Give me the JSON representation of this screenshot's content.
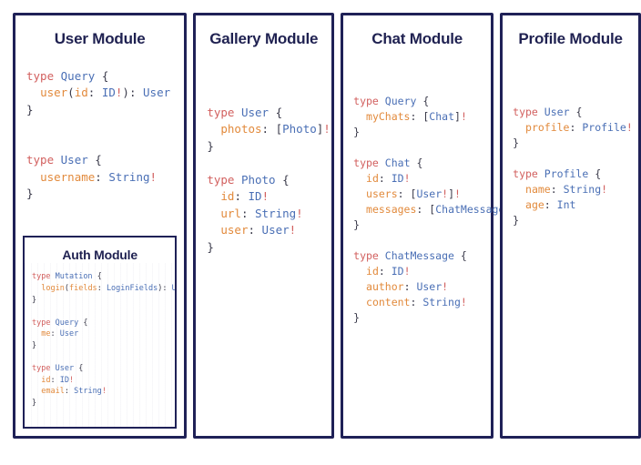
{
  "board": {
    "background_color": "#ffffff",
    "border_color": "#1f2157",
    "title_color": "#1f2151"
  },
  "syntax_colors": {
    "keyword": "#d2605f",
    "type": "#4a6fb5",
    "field": "#e28a3c",
    "punctuation": "#3a3a4a"
  },
  "panels": [
    {
      "id": "user-module",
      "title": "User Module",
      "code_lines": [
        "type Query {",
        "  user(id: ID!): User",
        "}",
        "",
        "",
        "type User {",
        "  username: String!",
        "}"
      ],
      "subpanel": {
        "id": "auth-module",
        "title": "Auth Module",
        "code_lines": [
          "type Mutation {",
          "  login(fields: LoginFields): User",
          "}",
          "",
          "type Query {",
          "  me: User",
          "}",
          "",
          "type User {",
          "  id: ID!",
          "  email: String!",
          "}"
        ]
      }
    },
    {
      "id": "gallery-module",
      "title": "Gallery Module",
      "code_lines": [
        "type User {",
        "  photos: [Photo]!",
        "}",
        "",
        "type Photo {",
        "  id: ID!",
        "  url: String!",
        "  user: User!",
        "}"
      ]
    },
    {
      "id": "chat-module",
      "title": "Chat Module",
      "code_lines": [
        "type Query {",
        "  myChats: [Chat]!",
        "}",
        "",
        "type Chat {",
        "  id: ID!",
        "  users: [User!]!",
        "  messages: [ChatMessage]!",
        "}",
        "",
        "type ChatMessage {",
        "  id: ID!",
        "  author: User!",
        "  content: String!",
        "}"
      ]
    },
    {
      "id": "profile-module",
      "title": "Profile Module",
      "code_lines": [
        "type User {",
        "  profile: Profile!",
        "}",
        "",
        "type Profile {",
        "  name: String!",
        "  age: Int",
        "}"
      ]
    }
  ]
}
